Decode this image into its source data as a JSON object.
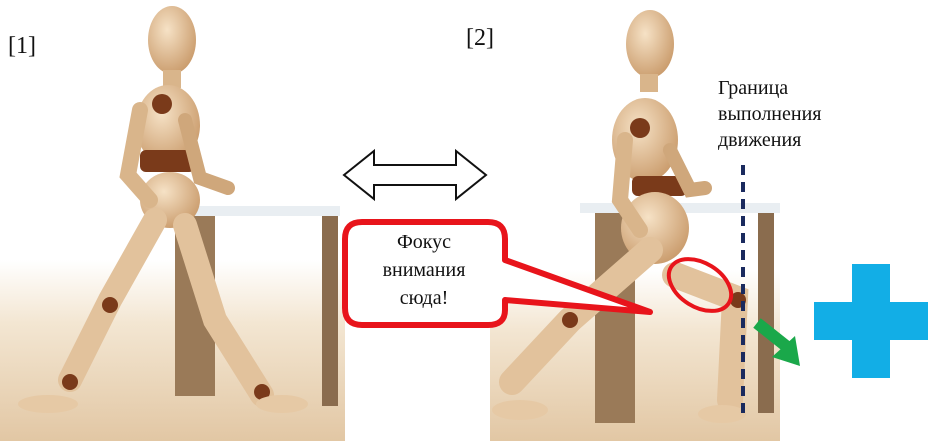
{
  "panel_1": {
    "label": "[1]"
  },
  "panel_2": {
    "label": "[2]"
  },
  "arrow_between": "double-headed-arrow",
  "boundary": {
    "line1": "Граница",
    "line2": "выполнения",
    "line3": "движения"
  },
  "callout": {
    "line1": "Фокус",
    "line2": "внимания",
    "line3": "сюда!"
  },
  "colors": {
    "callout_border": "#e8141b",
    "boundary_line": "#1a2a5e",
    "direction_arrow": "#1aa84a",
    "plus_sign": "#12aee6",
    "wood": "#e6c9a5",
    "floor": "#eddcc4"
  },
  "icons": [
    "double-arrow-icon",
    "green-arrow-icon",
    "plus-icon"
  ]
}
